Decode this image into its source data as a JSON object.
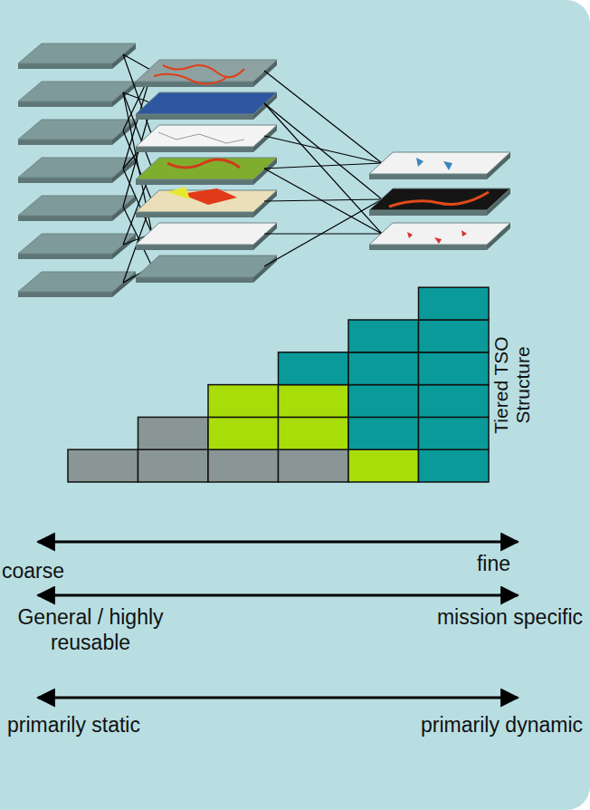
{
  "diagram": {
    "labels": [
      "Tiered TSO Structure",
      "coarse",
      "fine",
      "General / highly reusable",
      "mission specific",
      "primarily static",
      "primarily dynamic"
    ]
  }
}
